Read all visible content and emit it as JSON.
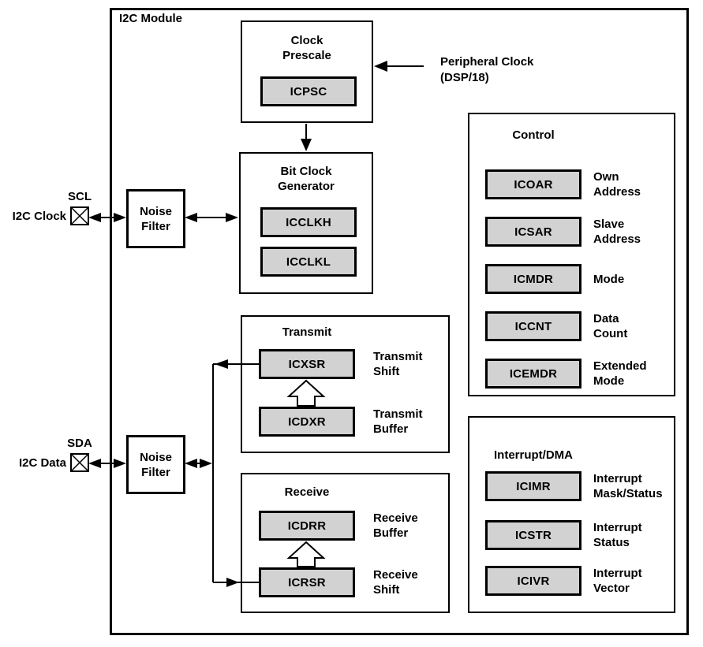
{
  "module_title": "I2C Module",
  "peripheral_clock_label": "Peripheral Clock\n(DSP/18)",
  "noise_filter_label": "Noise\nFilter",
  "pins": {
    "scl": {
      "signal": "SCL",
      "label": "I2C Clock"
    },
    "sda": {
      "signal": "SDA",
      "label": "I2C Data"
    }
  },
  "blocks": {
    "clock_prescale": {
      "title": "Clock\nPrescale",
      "registers": [
        {
          "name": "ICPSC",
          "desc": ""
        }
      ]
    },
    "bit_clock_generator": {
      "title": "Bit Clock\nGenerator",
      "registers": [
        {
          "name": "ICCLKH",
          "desc": ""
        },
        {
          "name": "ICCLKL",
          "desc": ""
        }
      ]
    },
    "transmit": {
      "title": "Transmit",
      "registers": [
        {
          "name": "ICXSR",
          "desc": "Transmit\nShift"
        },
        {
          "name": "ICDXR",
          "desc": "Transmit\nBuffer"
        }
      ]
    },
    "receive": {
      "title": "Receive",
      "registers": [
        {
          "name": "ICDRR",
          "desc": "Receive\nBuffer"
        },
        {
          "name": "ICRSR",
          "desc": "Receive\nShift"
        }
      ]
    },
    "control": {
      "title": "Control",
      "registers": [
        {
          "name": "ICOAR",
          "desc": "Own\nAddress"
        },
        {
          "name": "ICSAR",
          "desc": "Slave\nAddress"
        },
        {
          "name": "ICMDR",
          "desc": "Mode"
        },
        {
          "name": "ICCNT",
          "desc": "Data\nCount"
        },
        {
          "name": "ICEMDR",
          "desc": "Extended\nMode"
        }
      ]
    },
    "interrupt_dma": {
      "title": "Interrupt/DMA",
      "registers": [
        {
          "name": "ICIMR",
          "desc": "Interrupt\nMask/Status"
        },
        {
          "name": "ICSTR",
          "desc": "Interrupt\nStatus"
        },
        {
          "name": "ICIVR",
          "desc": "Interrupt\nVector"
        }
      ]
    }
  },
  "colors": {
    "register_fill": "#d2d2d2",
    "line": "#000000"
  }
}
